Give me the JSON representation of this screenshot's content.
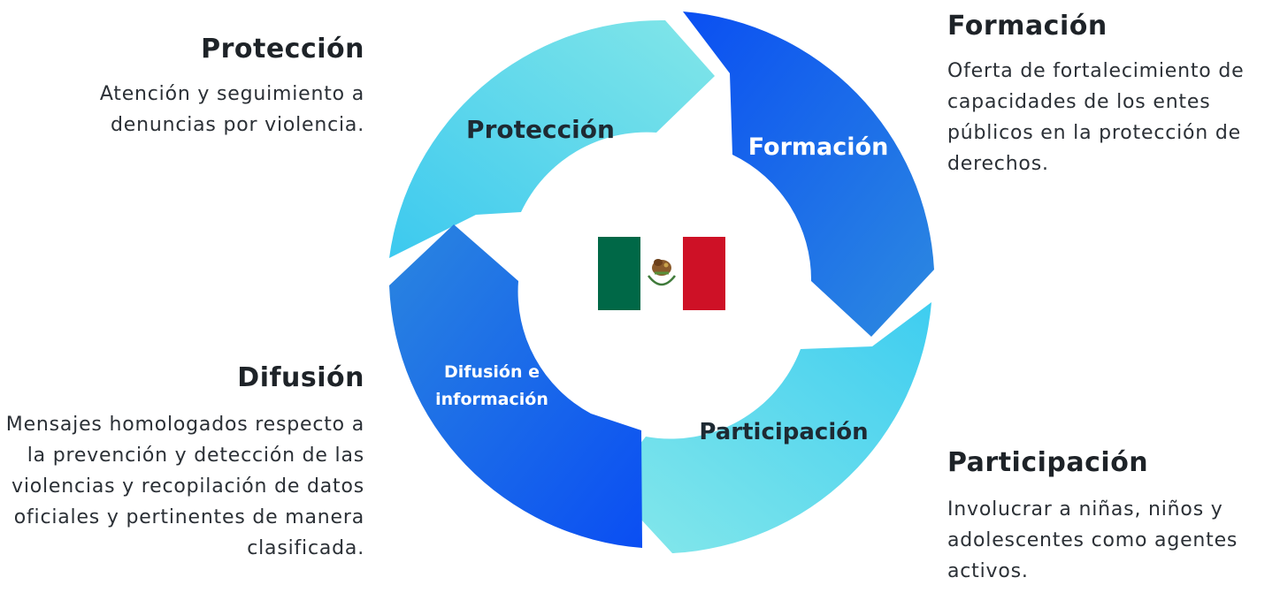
{
  "left_top": {
    "title": "Protección",
    "text": "Atención y seguimiento a denuncias por violencia."
  },
  "right_top": {
    "title": "Formación",
    "text": "Oferta de fortalecimiento de capacidades de los entes públicos en la protección de derechos."
  },
  "left_bottom": {
    "title": "Difusión",
    "text": "Mensajes homologados respecto a la prevención y detección de las violencias y recopilación de datos oficiales y pertinentes de manera clasificada."
  },
  "right_bottom": {
    "title": "Participación",
    "text": "Involucrar a niñas, niños y adolescentes como agentes activos."
  },
  "cycle": {
    "proteccion_label": "Protección",
    "formacion_label": "Formación",
    "difusion_label_line1": "Difusión e",
    "difusion_label_line2": "información",
    "participacion_label": "Participación"
  },
  "flag": {
    "green": "#006847",
    "white": "#ffffff",
    "red": "#ce1126"
  },
  "colors": {
    "light_cyan": "#7be3e8",
    "cyan": "#3fc8ee",
    "blue": "#0a55f0",
    "mid_blue": "#2a7fe0"
  }
}
